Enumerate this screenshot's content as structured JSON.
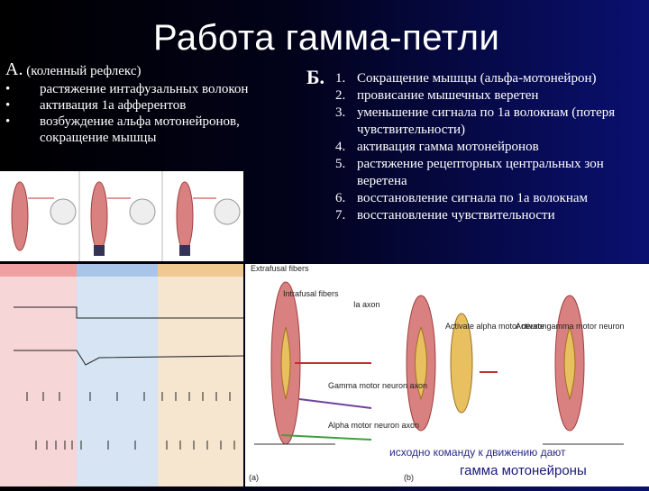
{
  "title": "Работа гамма-петли",
  "section_a": {
    "letter": "А.",
    "heading": "(коленный рефлекс)",
    "items": [
      "растяжение интафузальных волокон",
      "активация 1а афферентов",
      "возбуждение альфа мотонейронов, сокращение мышцы"
    ]
  },
  "section_b": {
    "letter": "Б.",
    "items": [
      {
        "num": "1.",
        "text": "Сокращение мышцы (альфа-мотонейрон)"
      },
      {
        "num": "2.",
        "text": " провисание мышечных веретен"
      },
      {
        "num": "3.",
        "text": "уменьшение сигнала по 1а волокнам (потеря чувствительности)"
      },
      {
        "num": "4.",
        "text": "активация гамма мотонейронов"
      },
      {
        "num": "5.",
        "text": "растяжение рецепторных центральных зон веретена"
      },
      {
        "num": "6.",
        "text": "восстановление сигнала по 1а волокнам"
      },
      {
        "num": "7.",
        "text": "восстановление чувствительности"
      }
    ]
  },
  "diagram": {
    "labels": {
      "extrafusal": "Extrafusal fibers",
      "intrafusal": "Intrafusal fibers",
      "ia_axon": "Ia axon",
      "activate_alpha": "Activate alpha motor neuron",
      "activate_gamma": "Activate gamma motor neuron",
      "gamma_axon": "Gamma motor neuron axon",
      "alpha_axon": "Alpha motor neuron axon",
      "panel_a": "(a)",
      "panel_b": "(b)"
    }
  },
  "caption_line1": "исходно команду к движению дают",
  "caption_line2": "гамма мотонейроны",
  "colors": {
    "muscle": "#d98080",
    "spindle": "#e8c060",
    "bg_dark": "#000000",
    "bg_blue": "#0a1070"
  }
}
